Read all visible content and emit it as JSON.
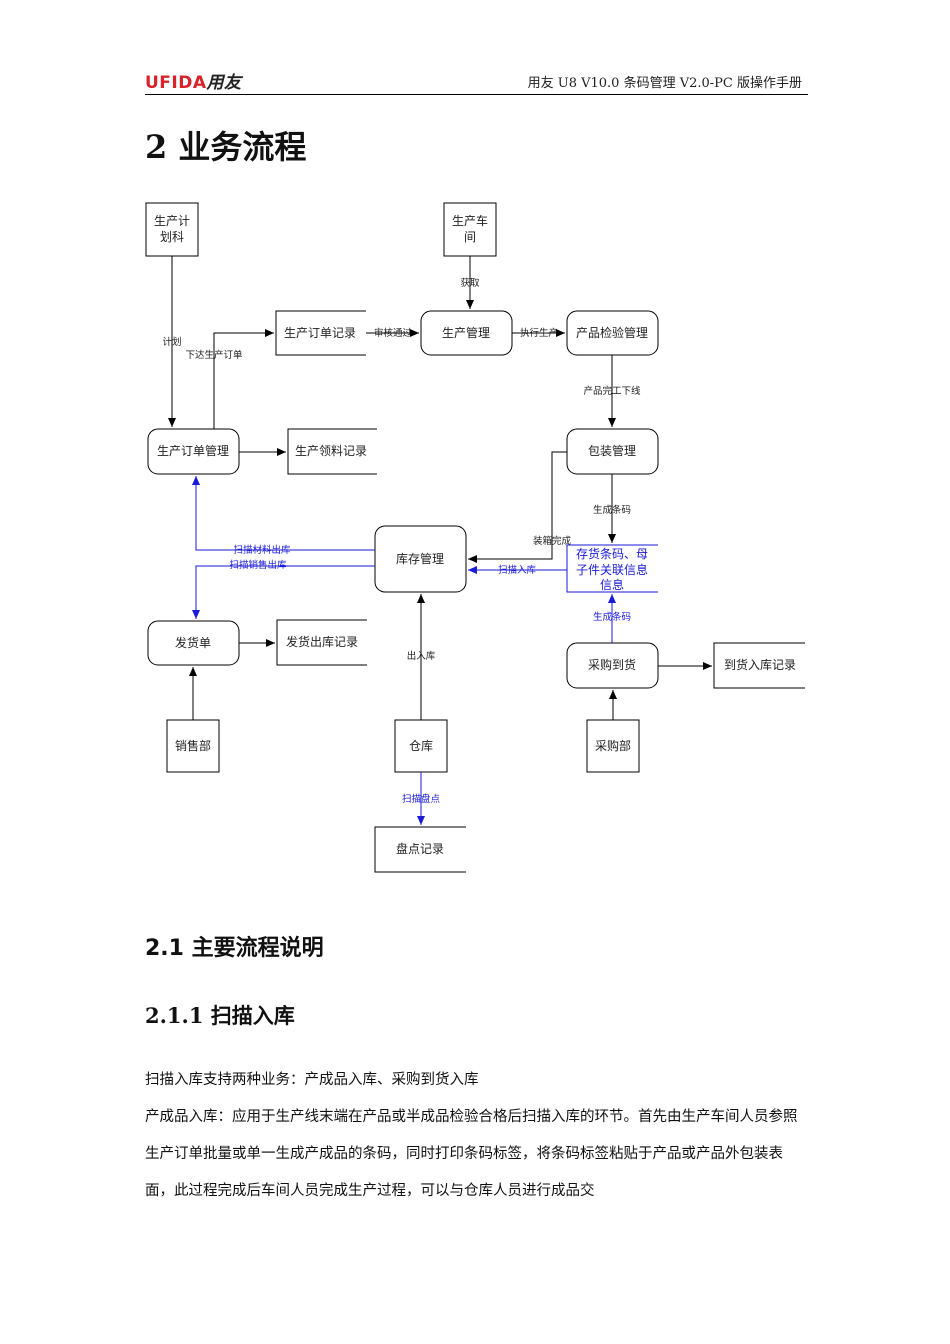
{
  "header": {
    "logo_en": "UFIDA",
    "logo_cn": "用友",
    "doc_title": "用友 U8 V10.0 条码管理 V2.0-PC 版操作手册"
  },
  "chapter_title": "2  业务流程",
  "diagram": {
    "nodes": {
      "plan": [
        "生产计",
        "划科"
      ],
      "workshop": [
        "生产车",
        "间"
      ],
      "prod_order_record": "生产订单记录",
      "prod_mgmt": "生产管理",
      "inspection": "产品检验管理",
      "prod_order_mgmt": "生产订单管理",
      "material_record": "生产领料记录",
      "packing": "包装管理",
      "inventory": "库存管理",
      "barcode_info": [
        "存货条码、母",
        "子件关联信息",
        "信息"
      ],
      "delivery": "发货单",
      "delivery_record": "发货出库记录",
      "purchase_arrival": "采购到货",
      "arrival_record": "到货入库记录",
      "sales": "销售部",
      "warehouse": "仓库",
      "purchasing": "采购部",
      "stocktake_record": "盘点记录"
    },
    "edges": {
      "fetch": "获取",
      "plan": "计划",
      "issue_order": "下达生产订单",
      "approved": "审核通过",
      "execute": "执行生产",
      "finished": "产品完工下线",
      "gen_barcode_1": "生成条码",
      "packed": "装箱完成",
      "scan_out_material": "扫描材料出库",
      "scan_out_sales": "扫描销售出库",
      "scan_in": "扫描入库",
      "gen_barcode_2": "生成条码",
      "in_out": "出入库",
      "scan_stocktake": "扫描盘点"
    },
    "colors": {
      "line": "#000000",
      "blue": "#1a1ad8"
    }
  },
  "section_2_1": "2.1  主要流程说明",
  "section_2_1_1": "2.1.1 扫描入库",
  "paragraphs": [
    "扫描入库支持两种业务：产成品入库、采购到货入库",
    "产成品入库：应用于生产线末端在产品或半成品检验合格后扫描入库的环节。首先由生产车间人员参照生产订单批量或单一生成产成品的条码，同时打印条码标签，将条码标签粘贴于产品或产品外包装表面，此过程完成后车间人员完成生产过程，可以与仓库人员进行成品交"
  ]
}
